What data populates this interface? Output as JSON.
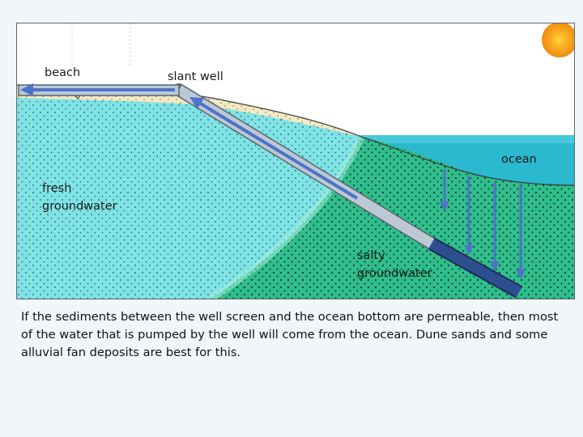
{
  "diagram": {
    "labels": {
      "beach": "beach",
      "slant_well": "slant well",
      "ocean": "ocean",
      "fresh_groundwater_1": "fresh",
      "fresh_groundwater_2": "groundwater",
      "salty_groundwater_1": "salty",
      "salty_groundwater_2": "groundwater"
    },
    "colors": {
      "sky": "#ffffff",
      "fresh_groundwater": "#7fe3e6",
      "salty_groundwater": "#2fbe8c",
      "sand": "#f3e9c4",
      "ocean": "#2ab9cf",
      "sun": "#f5a21a",
      "well_pipe": "#bcc9d4",
      "well_screen": "#2e4f8f",
      "flow_arrow": "#4f73c8"
    }
  },
  "caption": "If the sediments between the well screen and the ocean bottom are permeable, then most of the water that is pumped by the well will come from the ocean. Dune sands and some alluvial fan deposits are best for this."
}
